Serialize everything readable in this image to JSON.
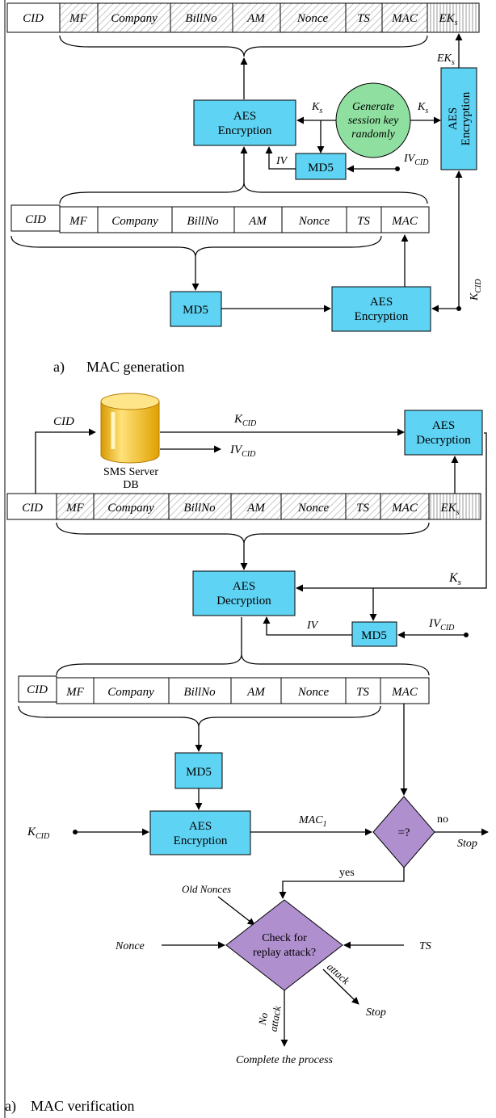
{
  "fields": {
    "cid": "CID",
    "mf": "MF",
    "company": "Company",
    "billno": "BillNo",
    "am": "AM",
    "nonce": "Nonce",
    "ts": "TS",
    "mac": "MAC"
  },
  "section_a": {
    "aes_enc_top_1": "AES",
    "aes_enc_top_2": "Encryption",
    "ks": "K",
    "ks_sub": "s",
    "generate_1": "Generate",
    "generate_2": "session key",
    "generate_3": "randomly",
    "aes_enc_vert_1": "AES",
    "aes_enc_vert_2": "Encryption",
    "iv": "IV",
    "iv_cid": "IV",
    "iv_cid_sub": "CID",
    "md5": "MD5",
    "eks": "EK",
    "eks_sub": "s",
    "kcid": "K",
    "kcid_sub": "CID",
    "aes_enc_bottom_1": "AES",
    "aes_enc_bottom_2": "Encryption",
    "caption": "a)      MAC generation"
  },
  "section_b": {
    "cid_label": "CID",
    "db_label_1": "SMS Server",
    "db_label_2": "DB",
    "kcid": "K",
    "kcid_sub": "CID",
    "iv_cid": "IV",
    "iv_cid_sub": "CID",
    "aes_dec_1": "AES",
    "aes_dec_2": "Decryption",
    "eks": "EK",
    "eks_sub": "s",
    "ks": "K",
    "ks_sub": "s",
    "iv": "IV",
    "md5": "MD5",
    "aes_enc_1": "AES",
    "aes_enc_2": "Encryption",
    "mac1": "MAC",
    "mac1_sub": "1",
    "equal_check": "=?",
    "no": "no",
    "yes": "yes",
    "stop": "Stop",
    "old_nonces": "Old Nonces",
    "nonce": "Nonce",
    "ts": "TS",
    "check_1": "Check for",
    "check_2": "replay attack?",
    "attack": "attack",
    "no_attack_1": "No",
    "no_attack_2": "attack",
    "complete": "Complete the process",
    "caption": "a)    MAC verification"
  }
}
